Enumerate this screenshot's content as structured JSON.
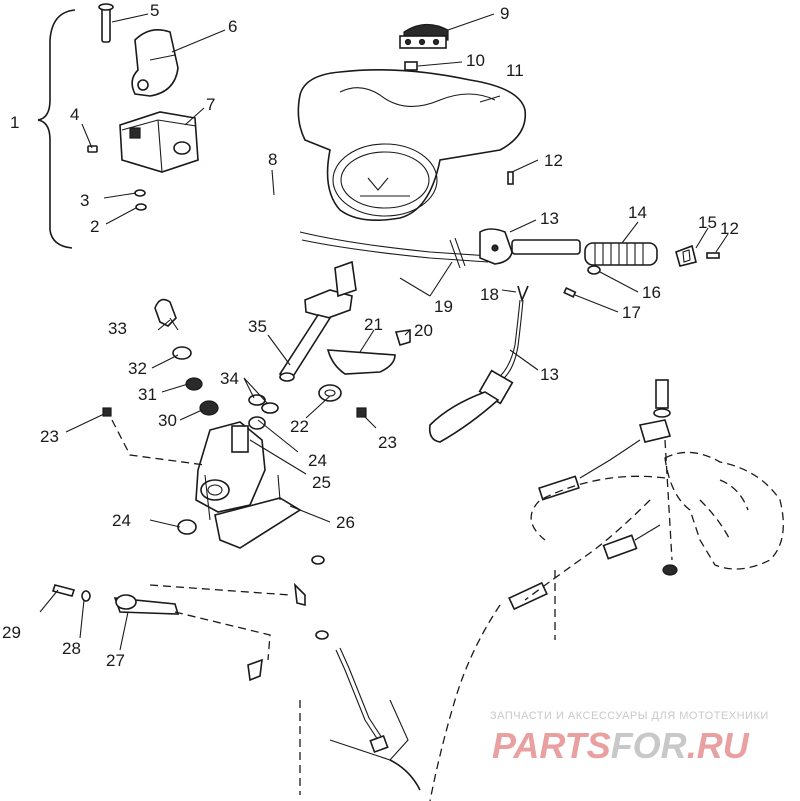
{
  "diagram": {
    "callouts": [
      {
        "id": "c1",
        "text": "1"
      },
      {
        "id": "c2",
        "text": "2"
      },
      {
        "id": "c3",
        "text": "3"
      },
      {
        "id": "c4",
        "text": "4"
      },
      {
        "id": "c5",
        "text": "5"
      },
      {
        "id": "c6",
        "text": "6"
      },
      {
        "id": "c7",
        "text": "7"
      },
      {
        "id": "c8",
        "text": "8"
      },
      {
        "id": "c9",
        "text": "9"
      },
      {
        "id": "c10",
        "text": "10"
      },
      {
        "id": "c11",
        "text": "11"
      },
      {
        "id": "c12a",
        "text": "12"
      },
      {
        "id": "c12b",
        "text": "12"
      },
      {
        "id": "c13a",
        "text": "13"
      },
      {
        "id": "c13b",
        "text": "13"
      },
      {
        "id": "c14",
        "text": "14"
      },
      {
        "id": "c15",
        "text": "15"
      },
      {
        "id": "c16",
        "text": "16"
      },
      {
        "id": "c17",
        "text": "17"
      },
      {
        "id": "c18",
        "text": "18"
      },
      {
        "id": "c19",
        "text": "19"
      },
      {
        "id": "c20",
        "text": "20"
      },
      {
        "id": "c21",
        "text": "21"
      },
      {
        "id": "c22",
        "text": "22"
      },
      {
        "id": "c23a",
        "text": "23"
      },
      {
        "id": "c23b",
        "text": "23"
      },
      {
        "id": "c24a",
        "text": "24"
      },
      {
        "id": "c24b",
        "text": "24"
      },
      {
        "id": "c25",
        "text": "25"
      },
      {
        "id": "c26",
        "text": "26"
      },
      {
        "id": "c27",
        "text": "27"
      },
      {
        "id": "c28",
        "text": "28"
      },
      {
        "id": "c29",
        "text": "29"
      },
      {
        "id": "c30",
        "text": "30"
      },
      {
        "id": "c31",
        "text": "31"
      },
      {
        "id": "c32",
        "text": "32"
      },
      {
        "id": "c33",
        "text": "33"
      },
      {
        "id": "c34",
        "text": "34"
      },
      {
        "id": "c35",
        "text": "35"
      }
    ]
  },
  "watermark": {
    "tagline": "ЗАПЧАСТИ И АКСЕССУАРЫ ДЛЯ МОТОТЕХНИКИ",
    "logo_part1": "PARTS",
    "logo_part2": "FOR",
    "logo_part3": ".RU",
    "colors": {
      "red": "#e8a0a0",
      "gray": "#c8c8c8"
    }
  }
}
